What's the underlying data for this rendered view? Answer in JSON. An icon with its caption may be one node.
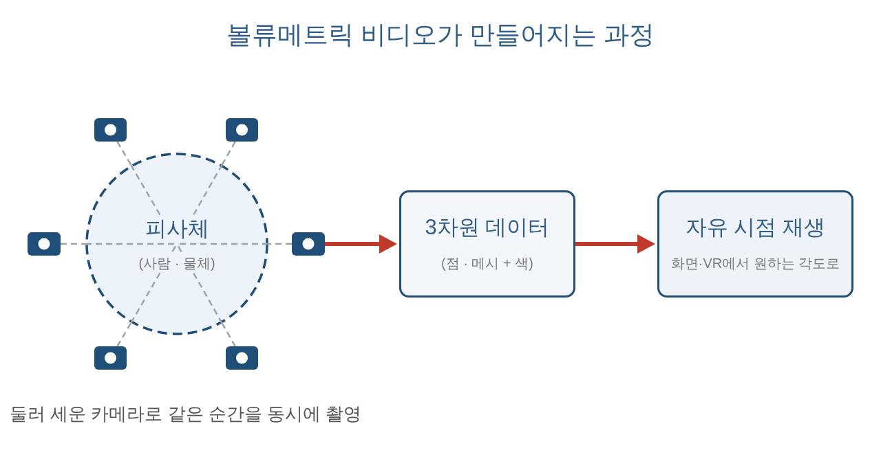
{
  "diagram": {
    "title": "볼류메트릭 비디오가 만들어지는 과정",
    "nodes": [
      {
        "text": [],
        "shape": "camera"
      },
      {
        "text": [],
        "shape": "camera"
      },
      {
        "text": [],
        "shape": "camera"
      },
      {
        "text": [
          "피사체",
          "(사람 · 물체)"
        ]
      },
      {
        "text": [],
        "shape": "camera"
      },
      {
        "text": [
          "3차원 데이터",
          "(점 · 메시 + 색)"
        ]
      },
      {
        "text": [
          "자유 시점 재생",
          "화면·VR에서 원하는 각도로"
        ]
      },
      {
        "text": [],
        "shape": "camera"
      },
      {
        "text": [],
        "shape": "camera"
      }
    ],
    "edges": [
      {
        "from": 0,
        "to": 3,
        "arrow": "none",
        "style": "dashed",
        "color": "#9ea4ab"
      },
      {
        "from": 1,
        "to": 3,
        "arrow": "none",
        "style": "dashed",
        "color": "#9ea4ab"
      },
      {
        "from": 2,
        "to": 3,
        "arrow": "none",
        "style": "dashed",
        "color": "#9ea4ab"
      },
      {
        "from": 4,
        "to": 3,
        "arrow": "none",
        "style": "dashed",
        "color": "#9ea4ab"
      },
      {
        "from": 4,
        "to": 5,
        "arrow": "to",
        "style": "thick",
        "color": "#c0392b"
      },
      {
        "from": 5,
        "to": 6,
        "arrow": "to",
        "style": "thick",
        "color": "#c0392b"
      },
      {
        "from": 7,
        "to": 3,
        "arrow": "none",
        "style": "dashed",
        "color": "#9ea4ab"
      },
      {
        "from": 8,
        "to": 3,
        "arrow": "none",
        "style": "dashed",
        "color": "#9ea4ab"
      }
    ],
    "labels": [
      "둘러 세운 카메라로 같은 순간을 동시에 촬영"
    ]
  }
}
